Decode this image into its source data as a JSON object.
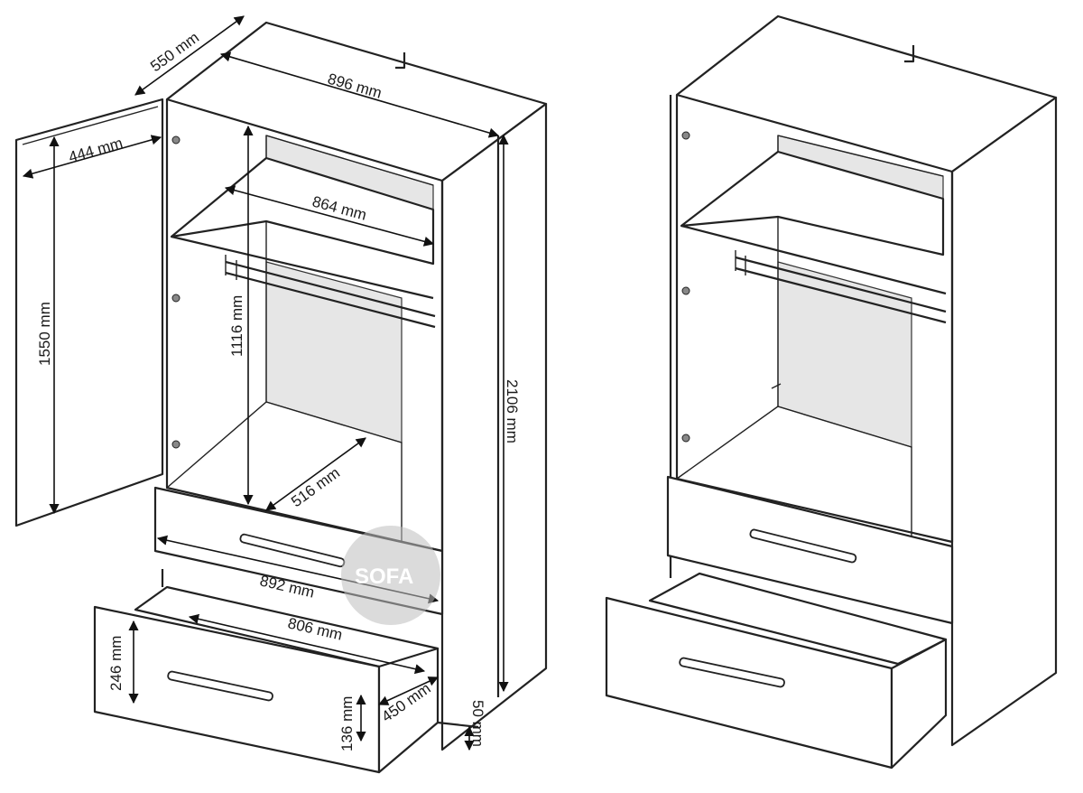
{
  "dimensions": {
    "depth": "550 mm",
    "width_top": "896 mm",
    "door_depth": "444 mm",
    "shelf_width": "864 mm",
    "door_height": "1550 mm",
    "hanging_height": "1116 mm",
    "total_height": "2106 mm",
    "inner_depth": "516 mm",
    "drawer_width": "892 mm",
    "drawer_inner_width": "806 mm",
    "drawer_front_height": "246 mm",
    "drawer_inner_height": "136 mm",
    "drawer_depth": "450 mm",
    "plinth_height": "50 mm"
  },
  "watermark": {
    "text": "SOFA"
  }
}
